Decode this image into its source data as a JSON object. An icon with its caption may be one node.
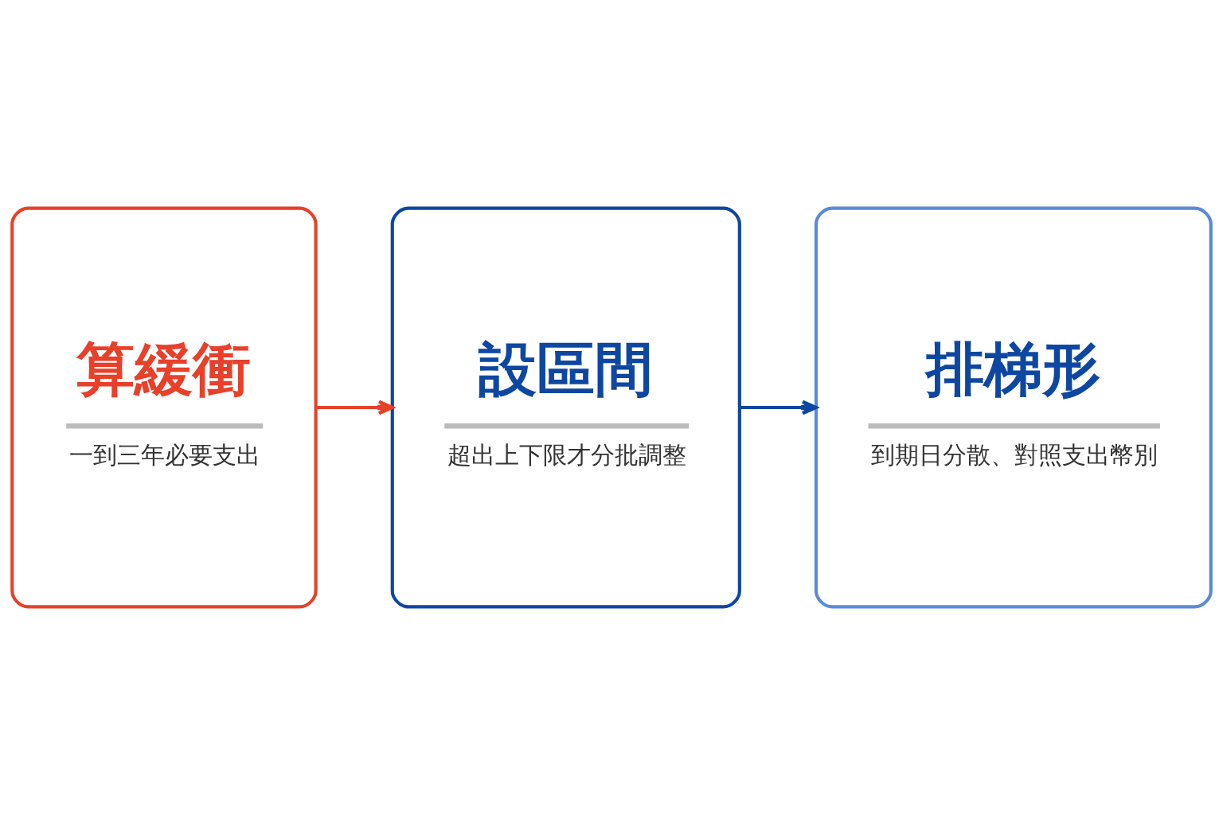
{
  "diagram": {
    "nodes": [
      {
        "text": [
          "算緩衝",
          "一到三年必要支出"
        ]
      },
      {
        "text": [
          "設區間",
          "超出上下限才分批調整"
        ]
      },
      {
        "text": [
          "排梯形",
          "到期日分散、對照支出幣別"
        ]
      }
    ],
    "edges": [
      {
        "from": 0,
        "to": 1,
        "arrow": "to",
        "color": "#e8402a"
      },
      {
        "from": 1,
        "to": 2,
        "arrow": "to",
        "color": "#0d47a1"
      }
    ]
  }
}
